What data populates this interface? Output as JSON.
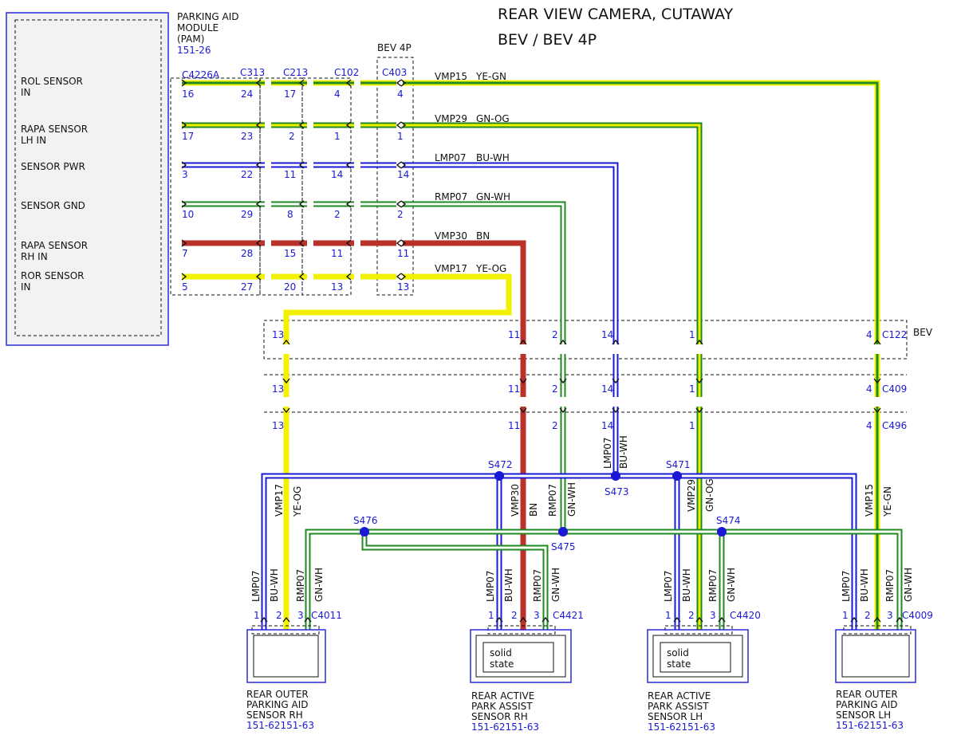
{
  "title": {
    "line1": "REAR VIEW CAMERA, CUTAWAY",
    "line2": "BEV / BEV 4P"
  },
  "module": {
    "name_line1": "PARKING AID",
    "name_line2": "MODULE",
    "name_line3": "(PAM)",
    "ref": "151-26",
    "connector": "C4226A",
    "pins": [
      {
        "label_line1": "ROL SENSOR",
        "label_line2": "IN",
        "pin": "16"
      },
      {
        "label_line1": "RAPA SENSOR",
        "label_line2": "LH IN",
        "pin": "17"
      },
      {
        "label_line1": "SENSOR PWR",
        "label_line2": "",
        "pin": "3"
      },
      {
        "label_line1": "SENSOR GND",
        "label_line2": "",
        "pin": "10"
      },
      {
        "label_line1": "RAPA SENSOR",
        "label_line2": "RH IN",
        "pin": "7"
      },
      {
        "label_line1": "ROR SENSOR",
        "label_line2": "IN",
        "pin": "5"
      }
    ]
  },
  "inline_connectors": [
    {
      "name": "C313",
      "pins": [
        "24",
        "23",
        "22",
        "29",
        "28",
        "27"
      ]
    },
    {
      "name": "C213",
      "pins": [
        "17",
        "2",
        "11",
        "8",
        "15",
        "20"
      ]
    },
    {
      "name": "C102",
      "pins": [
        "4",
        "1",
        "14",
        "2",
        "11",
        "13"
      ]
    },
    {
      "name": "C403",
      "pins": [
        "4",
        "1",
        "14",
        "2",
        "11",
        "13"
      ]
    }
  ],
  "bev4p_label": "BEV 4P",
  "bev_label": "BEV",
  "circuits": [
    {
      "name": "VMP15",
      "color_code": "YE-GN"
    },
    {
      "name": "VMP29",
      "color_code": "GN-OG"
    },
    {
      "name": "LMP07",
      "color_code": "BU-WH"
    },
    {
      "name": "RMP07",
      "color_code": "GN-WH"
    },
    {
      "name": "VMP30",
      "color_code": "BN"
    },
    {
      "name": "VMP17",
      "color_code": "YE-OG"
    }
  ],
  "vertical_connectors": [
    {
      "name": "C122",
      "pins": [
        "13",
        "11",
        "2",
        "14",
        "1",
        "4"
      ]
    },
    {
      "name": "C409",
      "pins": [
        "13",
        "11",
        "2",
        "14",
        "1",
        "4"
      ]
    },
    {
      "name": "C496",
      "pins": [
        "13",
        "11",
        "2",
        "14",
        "1",
        "4"
      ]
    }
  ],
  "splices": [
    "S472",
    "S473",
    "S471",
    "S476",
    "S475",
    "S474"
  ],
  "branch_labels": {
    "lmp07": "LMP07",
    "bu_wh": "BU-WH",
    "vmp17": "VMP17",
    "ye_og": "YE-OG",
    "vmp30": "VMP30",
    "bn": "BN",
    "rmp07": "RMP07",
    "gn_wh": "GN-WH",
    "vmp29": "VMP29",
    "gn_og": "GN-OG",
    "vmp15": "VMP15",
    "ye_gn": "YE-GN"
  },
  "sensors": [
    {
      "connector": "C4011",
      "pins": [
        "1",
        "2",
        "3"
      ],
      "name_line1": "REAR OUTER",
      "name_line2": "PARKING AID",
      "name_line3": "SENSOR RH",
      "ref": "151-62151-63",
      "inner": ""
    },
    {
      "connector": "C4421",
      "pins": [
        "1",
        "2",
        "3"
      ],
      "name_line1": "REAR ACTIVE",
      "name_line2": "PARK ASSIST",
      "name_line3": "SENSOR RH",
      "ref": "151-62151-63",
      "inner_line1": "solid",
      "inner_line2": "state"
    },
    {
      "connector": "C4420",
      "pins": [
        "1",
        "2",
        "3"
      ],
      "name_line1": "REAR ACTIVE",
      "name_line2": "PARK ASSIST",
      "name_line3": "SENSOR LH",
      "ref": "151-62151-63",
      "inner_line1": "solid",
      "inner_line2": "state"
    },
    {
      "connector": "C4009",
      "pins": [
        "1",
        "2",
        "3"
      ],
      "name_line1": "REAR OUTER",
      "name_line2": "PARKING AID",
      "name_line3": "SENSOR LH",
      "ref": "151-62151-63",
      "inner": ""
    }
  ],
  "colors": {
    "yellow": "#f2f200",
    "green": "#1f8a1f",
    "blue": "#1a1ad6",
    "brown": "#b8322a",
    "white": "#ffffff",
    "ink": "#111111",
    "label_blue": "#1a1ad6"
  }
}
